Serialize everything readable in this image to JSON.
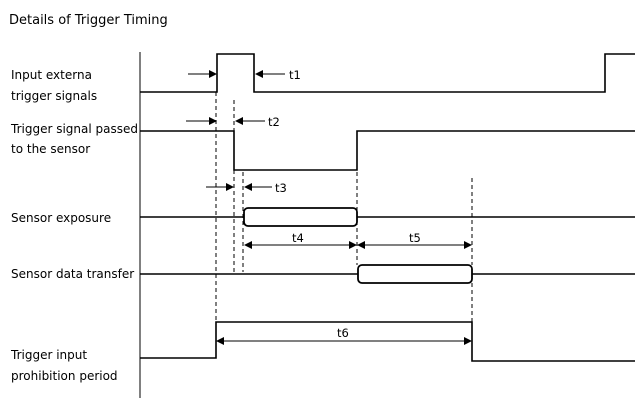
{
  "title": "Details of Trigger Timing",
  "signals": [
    {
      "id": "input",
      "label_lines": [
        "Input externa",
        "trigger signals"
      ]
    },
    {
      "id": "passed",
      "label_lines": [
        "Trigger signal passed",
        "to the sensor"
      ]
    },
    {
      "id": "exposure",
      "label_lines": [
        "Sensor exposure"
      ]
    },
    {
      "id": "transfer",
      "label_lines": [
        "Sensor data transfer"
      ]
    },
    {
      "id": "prohibition",
      "label_lines": [
        "Trigger input",
        "prohibition period"
      ]
    }
  ],
  "timings": [
    {
      "id": "t1",
      "label": "t1"
    },
    {
      "id": "t2",
      "label": "t2"
    },
    {
      "id": "t3",
      "label": "t3"
    },
    {
      "id": "t4",
      "label": "t4"
    },
    {
      "id": "t5",
      "label": "t5"
    },
    {
      "id": "t6",
      "label": "t6"
    }
  ]
}
